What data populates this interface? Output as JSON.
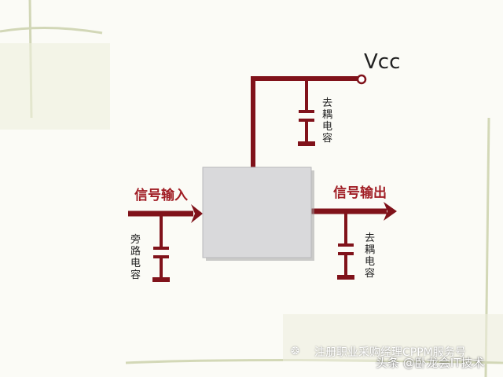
{
  "diagram": {
    "supply_label": "Vcc",
    "input_label": "信号输入",
    "output_label": "信号输出",
    "bypass_cap_label": "旁路电容",
    "decoupling_cap_supply_label": "去耦电容",
    "decoupling_cap_output_label": "去耦电容",
    "wire_color": "#80121a",
    "label_color": "#a01d24",
    "block_color": "#d9d9db"
  },
  "watermark": {
    "primary": "注册职业采购经理CPPM服务号",
    "secondary": "头条 @卧龙会IT技术"
  }
}
